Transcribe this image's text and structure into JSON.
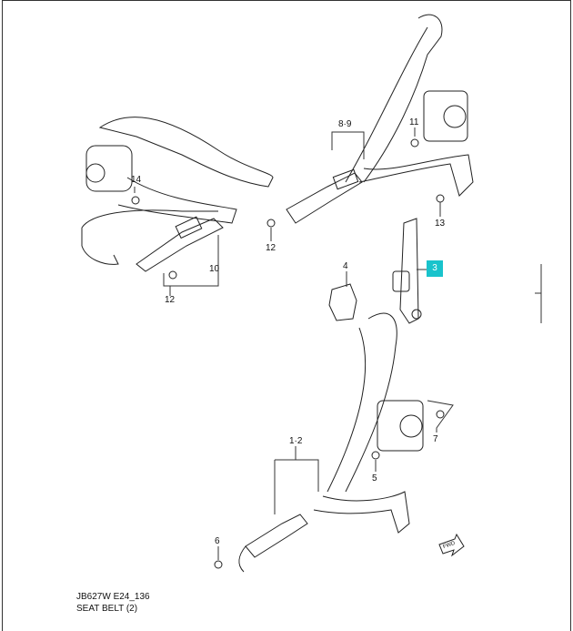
{
  "callouts": {
    "c14": "14",
    "c10": "10",
    "c12a": "12",
    "c12b": "12",
    "c89": "8·9",
    "c11": "11",
    "c13": "13",
    "c4": "4",
    "c3": "3",
    "c12": "1·2",
    "c5": "5",
    "c6": "6",
    "c7": "7",
    "fwd": "FWD"
  },
  "highlight_color": "#19c3cc",
  "caption": {
    "code": "JB627W E24_136",
    "title": "SEAT BELT (2)"
  }
}
